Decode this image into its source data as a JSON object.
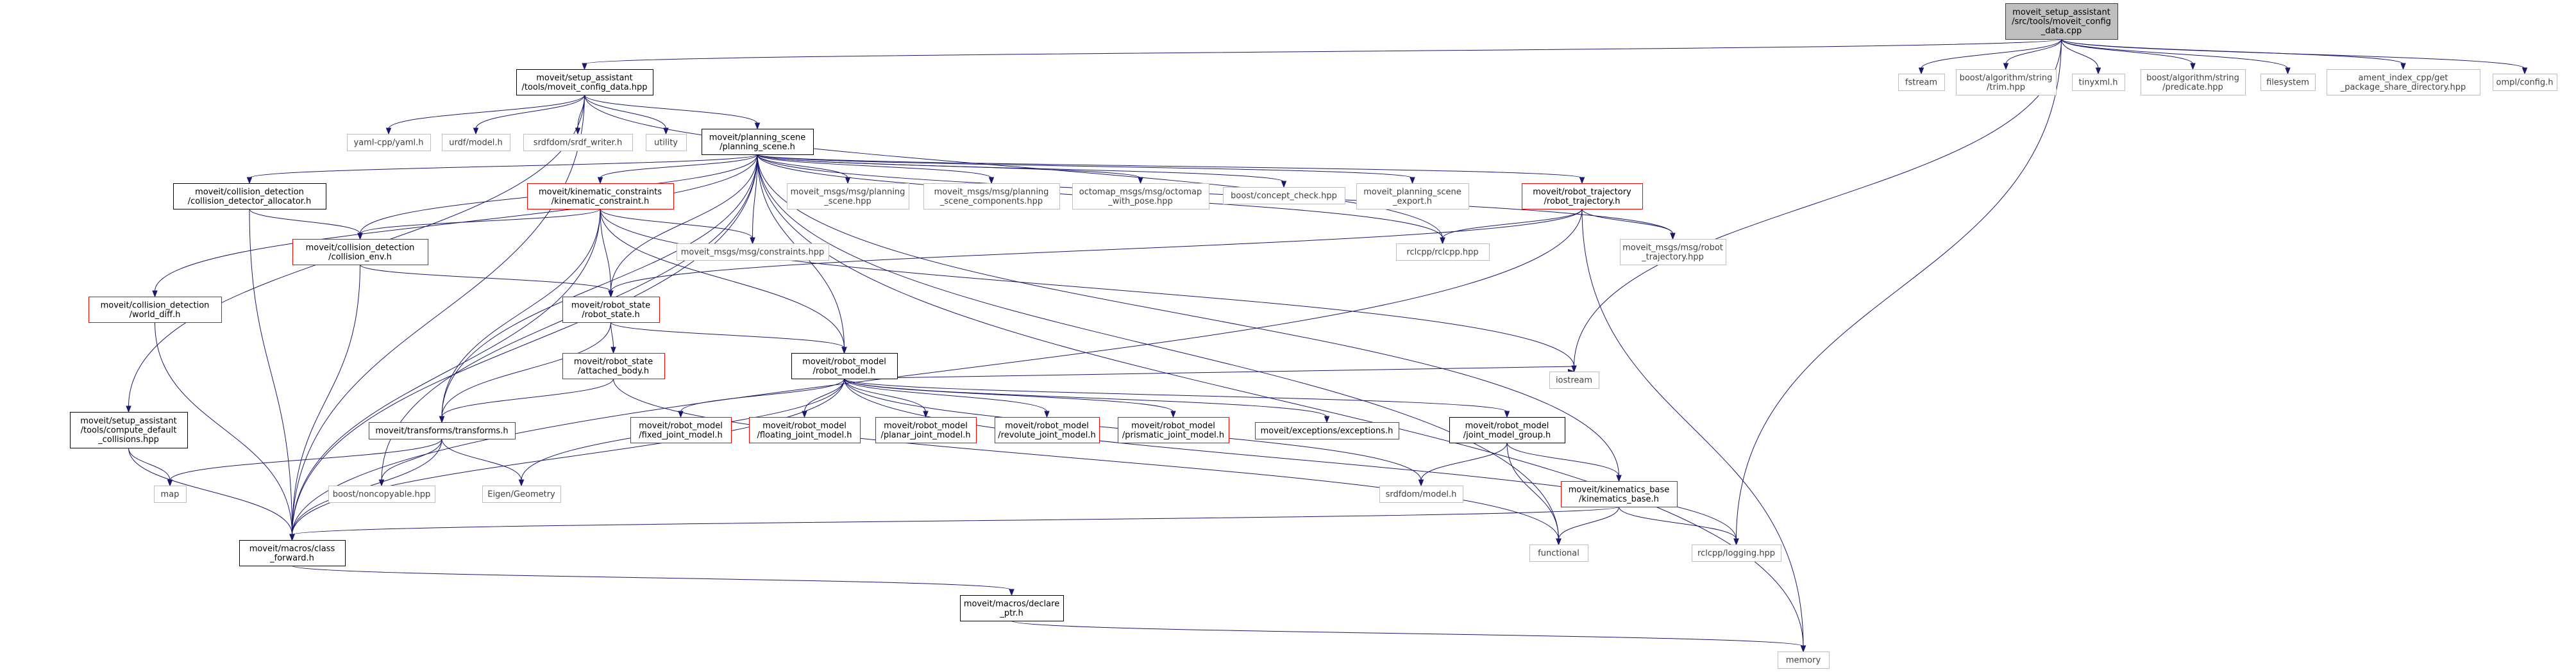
{
  "colors": {
    "edge": "#191970",
    "root_fill": "#bfbfbf",
    "root_border": "#404040",
    "normal_border": "#000000",
    "truncated_border": "#ff0000",
    "external_border": "#bfbfbf",
    "normal_text": "#000000",
    "external_text": "#404040"
  },
  "nodes": {
    "root": [
      "moveit_setup_assistant",
      "/src/tools/moveit_config",
      "_data.cpp"
    ],
    "config_data_hpp": [
      "moveit/setup_assistant",
      "/tools/moveit_config_data.hpp"
    ],
    "fstream": [
      "fstream"
    ],
    "boost_trim": [
      "boost/algorithm/string",
      "/trim.hpp"
    ],
    "tinyxml": [
      "tinyxml.h"
    ],
    "boost_predicate": [
      "boost/algorithm/string",
      "/predicate.hpp"
    ],
    "filesystem": [
      "filesystem"
    ],
    "ament_index": [
      "ament_index_cpp/get",
      "_package_share_directory.hpp"
    ],
    "ompl_config": [
      "ompl/config.h"
    ],
    "yaml_cpp": [
      "yaml-cpp/yaml.h"
    ],
    "urdf_model": [
      "urdf/model.h"
    ],
    "srdf_writer": [
      "srdfdom/srdf_writer.h"
    ],
    "utility": [
      "utility"
    ],
    "planning_scene": [
      "moveit/planning_scene",
      "/planning_scene.h"
    ],
    "cd_allocator": [
      "moveit/collision_detection",
      "/collision_detector_allocator.h"
    ],
    "kinematic_constraint": [
      "moveit/kinematic_constraints",
      "/kinematic_constraint.h"
    ],
    "msg_planning_scene": [
      "moveit_msgs/msg/planning",
      "_scene.hpp"
    ],
    "msg_scene_components": [
      "moveit_msgs/msg/planning",
      "_scene_components.hpp"
    ],
    "octomap_msg": [
      "octomap_msgs/msg/octomap",
      "_with_pose.hpp"
    ],
    "concept_check": [
      "boost/concept_check.hpp"
    ],
    "ps_export": [
      "moveit_planning_scene",
      "_export.h"
    ],
    "robot_trajectory": [
      "moveit/robot_trajectory",
      "/robot_trajectory.h"
    ],
    "collision_env": [
      "moveit/collision_detection",
      "/collision_env.h"
    ],
    "msg_constraints": [
      "moveit_msgs/msg/constraints.hpp"
    ],
    "rclcpp": [
      "rclcpp/rclcpp.hpp"
    ],
    "msg_robot_traj": [
      "moveit_msgs/msg/robot",
      "_trajectory.hpp"
    ],
    "world_diff": [
      "moveit/collision_detection",
      "/world_diff.h"
    ],
    "robot_state": [
      "moveit/robot_state",
      "/robot_state.h"
    ],
    "attached_body": [
      "moveit/robot_state",
      "/attached_body.h"
    ],
    "robot_model": [
      "moveit/robot_model",
      "/robot_model.h"
    ],
    "compute_collisions": [
      "moveit/setup_assistant",
      "/tools/compute_default",
      "_collisions.hpp"
    ],
    "transforms": [
      "moveit/transforms/transforms.h"
    ],
    "fixed_joint": [
      "moveit/robot_model",
      "/fixed_joint_model.h"
    ],
    "floating_joint": [
      "moveit/robot_model",
      "/floating_joint_model.h"
    ],
    "planar_joint": [
      "moveit/robot_model",
      "/planar_joint_model.h"
    ],
    "revolute_joint": [
      "moveit/robot_model",
      "/revolute_joint_model.h"
    ],
    "prismatic_joint": [
      "moveit/robot_model",
      "/prismatic_joint_model.h"
    ],
    "exceptions": [
      "moveit/exceptions/exceptions.h"
    ],
    "joint_model_group": [
      "moveit/robot_model",
      "/joint_model_group.h"
    ],
    "iostream": [
      "iostream"
    ],
    "map": [
      "map"
    ],
    "noncopyable": [
      "boost/noncopyable.hpp"
    ],
    "eigen": [
      "Eigen/Geometry"
    ],
    "srdf_model": [
      "srdfdom/model.h"
    ],
    "kinematics_base": [
      "moveit/kinematics_base",
      "/kinematics_base.h"
    ],
    "class_forward": [
      "moveit/macros/class",
      "_forward.h"
    ],
    "functional": [
      "functional"
    ],
    "rclcpp_logging": [
      "rclcpp/logging.hpp"
    ],
    "declare_ptr": [
      "moveit/macros/declare",
      "_ptr.h"
    ],
    "memory": [
      "memory"
    ]
  }
}
